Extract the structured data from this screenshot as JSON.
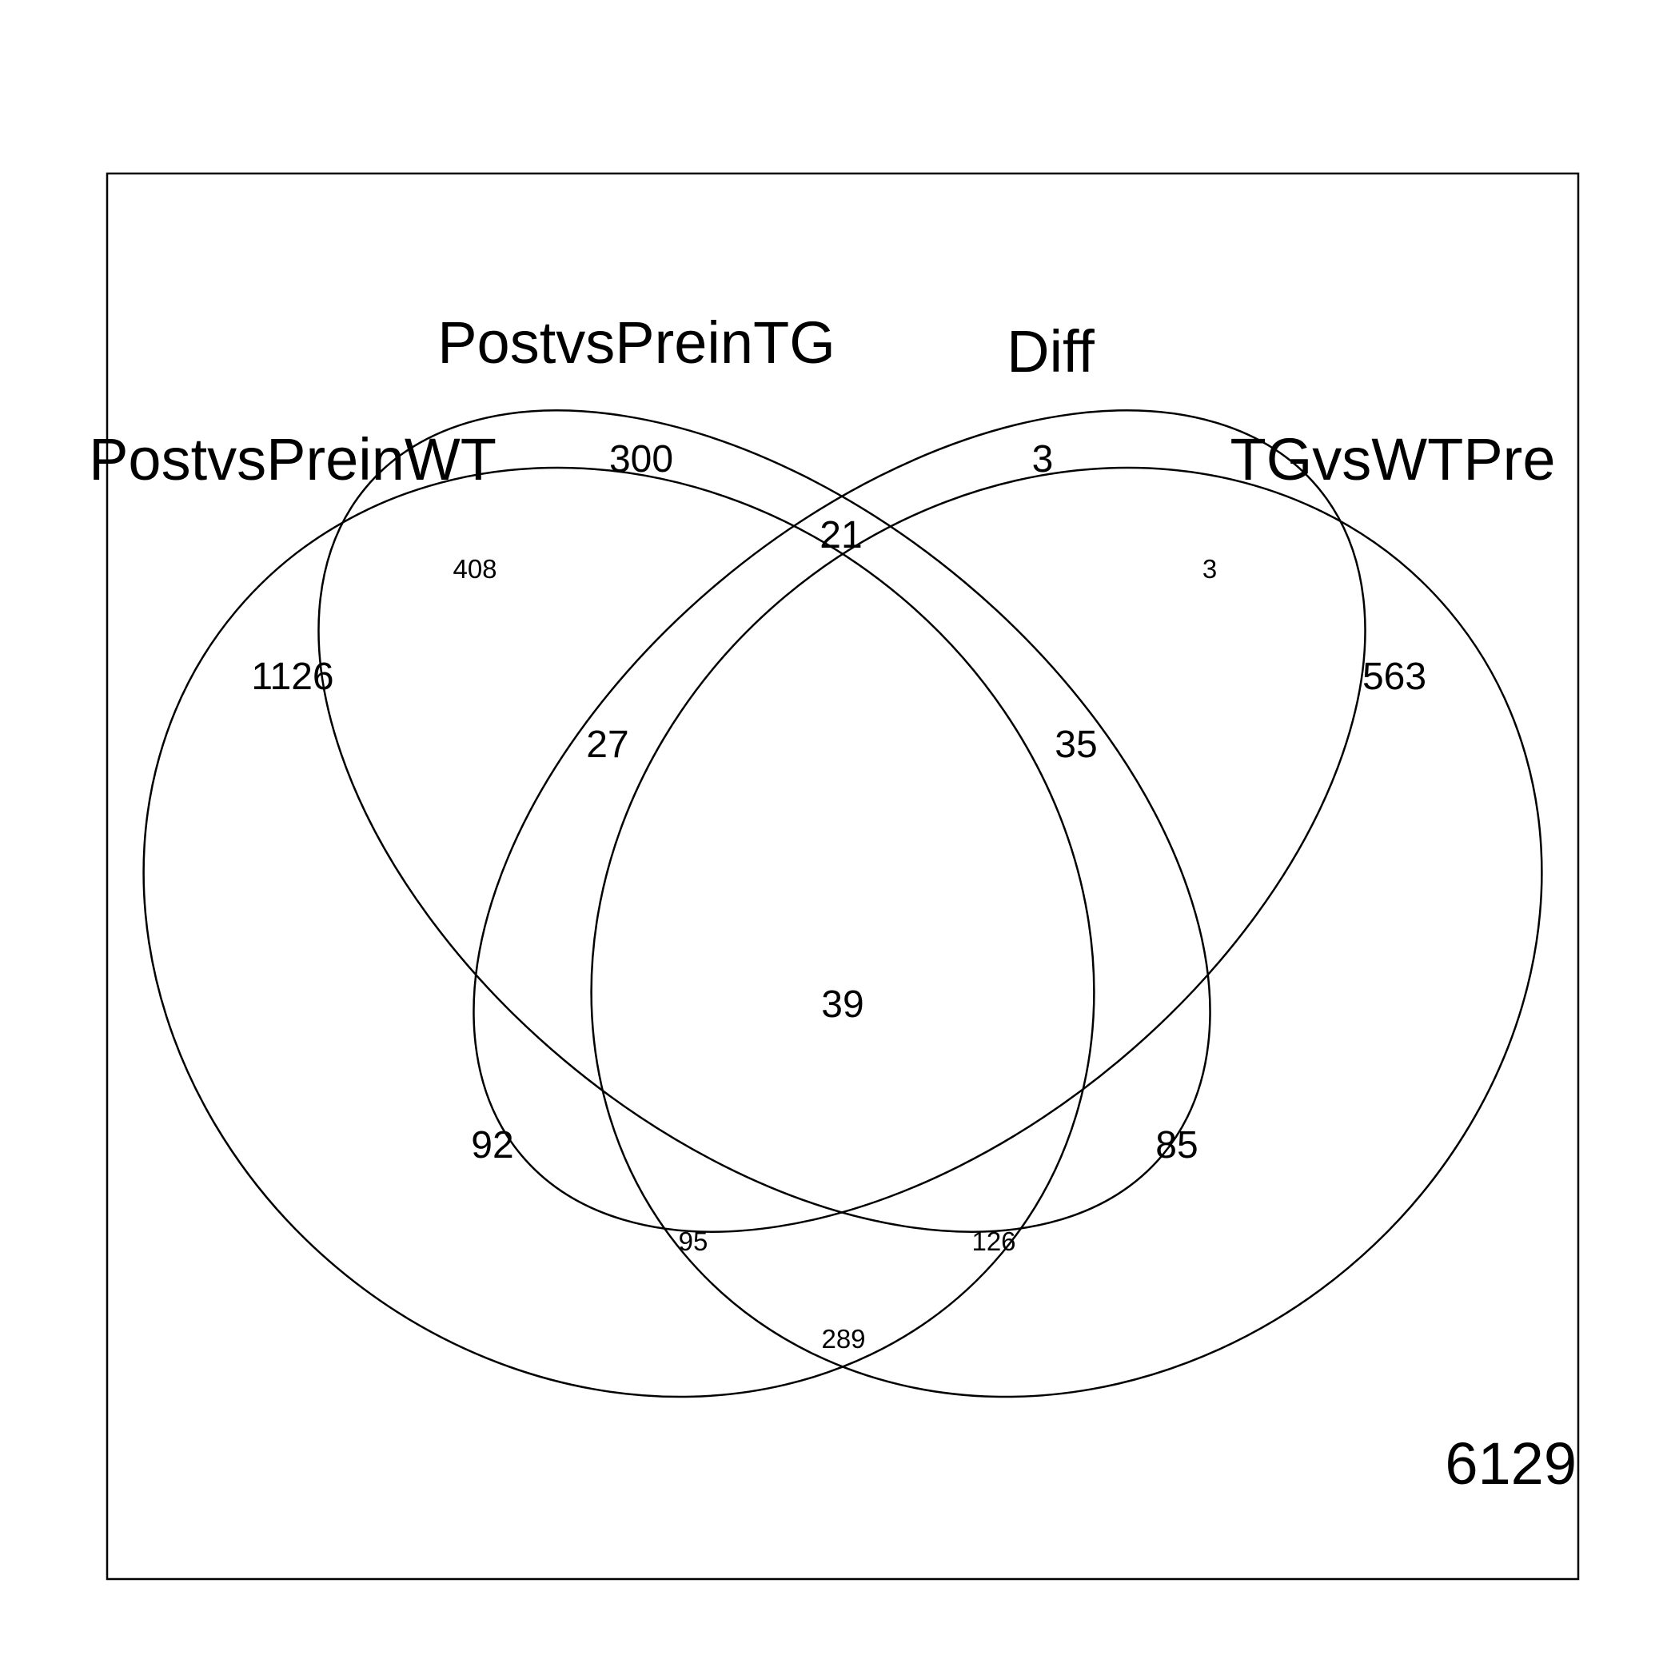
{
  "sets": [
    {
      "name": "PostvsPreinWT"
    },
    {
      "name": "PostvsPreinTG"
    },
    {
      "name": "Diff"
    },
    {
      "name": "TGvsWTPre"
    }
  ],
  "regions": {
    "only_PostvsPreinWT": "1126",
    "only_PostvsPreinTG": "300",
    "only_Diff": "3",
    "only_TGvsWTPre": "563",
    "PostvsPreinWT_PostvsPreinTG": "408",
    "PostvsPreinTG_Diff": "21",
    "Diff_TGvsWTPre": "3",
    "PostvsPreinWT_PostvsPreinTG_Diff": "27",
    "PostvsPreinTG_Diff_TGvsWTPre": "35",
    "all_four": "39",
    "PostvsPreinWT_Diff": "92",
    "PostvsPreinTG_TGvsWTPre": "85",
    "PostvsPreinWT_Diff_TGvsWTPre": "95",
    "PostvsPreinWT_PostvsPreinTG_TGvsWTPre": "126",
    "PostvsPreinWT_TGvsWTPre": "289"
  },
  "outside": "6129",
  "line_color": "#000000"
}
